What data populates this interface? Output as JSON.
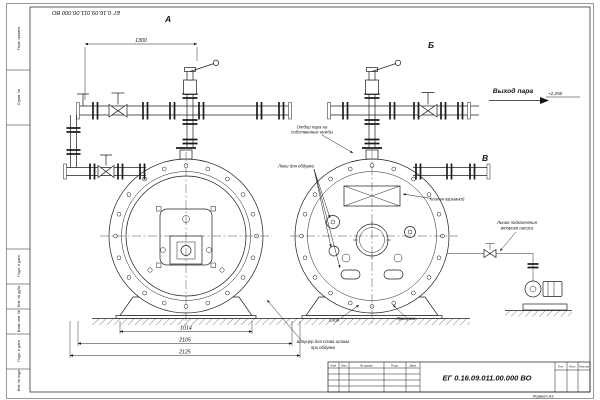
{
  "sheet": {
    "stamp_top": "ЕГ 0.16.09.011.00.000 ВО",
    "doc_number": "ЕГ 0.16.09.011.00.000 ВО",
    "format_label": "Формат А3"
  },
  "views": {
    "a": "А",
    "b": "Б",
    "v": "В"
  },
  "callouts": {
    "steam_outlet": "Выход пара",
    "elevation": "+2,250",
    "steam_tap_line1": "Отбор пара на",
    "steam_tap_line2": "собственные нужды",
    "blow_hatches": "Люки для обдувки",
    "explosion_valve": "Клапан взрывной",
    "pump_line1": "Линия подключения",
    "pump_line2": "второго насоса",
    "drain": "Слив",
    "blowdown": "Продувка",
    "sludge_line1": "Штуцер для слива шлама",
    "sludge_line2": "при обдувке"
  },
  "dimensions": {
    "top_width": "1300",
    "boiler_width": "1014",
    "length_inner": "2105",
    "length_outer": "2125"
  },
  "title_block": {
    "col_izm": "Изм.",
    "col_list": "Лист",
    "col_doc": "№ докум.",
    "col_sign": "Подп.",
    "col_date": "Дата",
    "col_lit": "Лит.",
    "col_sheet": "Лист",
    "col_sheets": "Листов"
  },
  "margin": {
    "perv_primen": "Перв. примен.",
    "sprav_no": "Справ. №",
    "podp_data_1": "Подп. и дата",
    "inv_dubl": "Инв. № дубл.",
    "vzam_inv": "Взам. инв. №",
    "podp_data_2": "Подп. и дата",
    "inv_podl": "Инв. № подл."
  }
}
